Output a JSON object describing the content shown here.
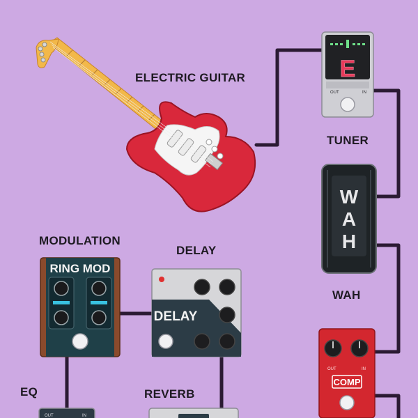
{
  "labels": {
    "electric_guitar": "ELECTRIC GUITAR",
    "tuner": "TUNER",
    "wah": "WAH",
    "modulation": "MODULATION",
    "delay": "DELAY",
    "eq": "EQ",
    "reverb": "REVERB"
  },
  "pedal_text": {
    "tuner_note": "E",
    "tuner_out": "OUT",
    "tuner_in": "IN",
    "wah_letters": [
      "W",
      "A",
      "H"
    ],
    "ringmod_title": "RING MOD",
    "delay_title": "DELAY",
    "comp_title": "COMP",
    "comp_out": "OUT",
    "comp_in": "IN",
    "eq_out": "OUT",
    "eq_in": "IN"
  },
  "colors": {
    "background": "#cda9e3",
    "cable": "#2b1a33",
    "guitar_body": "#d9283b",
    "comp_body": "#d3272f",
    "ringmod_body": "#8a4a2c",
    "tuner_led": "#e83a5a",
    "tuner_led_green": "#6fe08a"
  }
}
